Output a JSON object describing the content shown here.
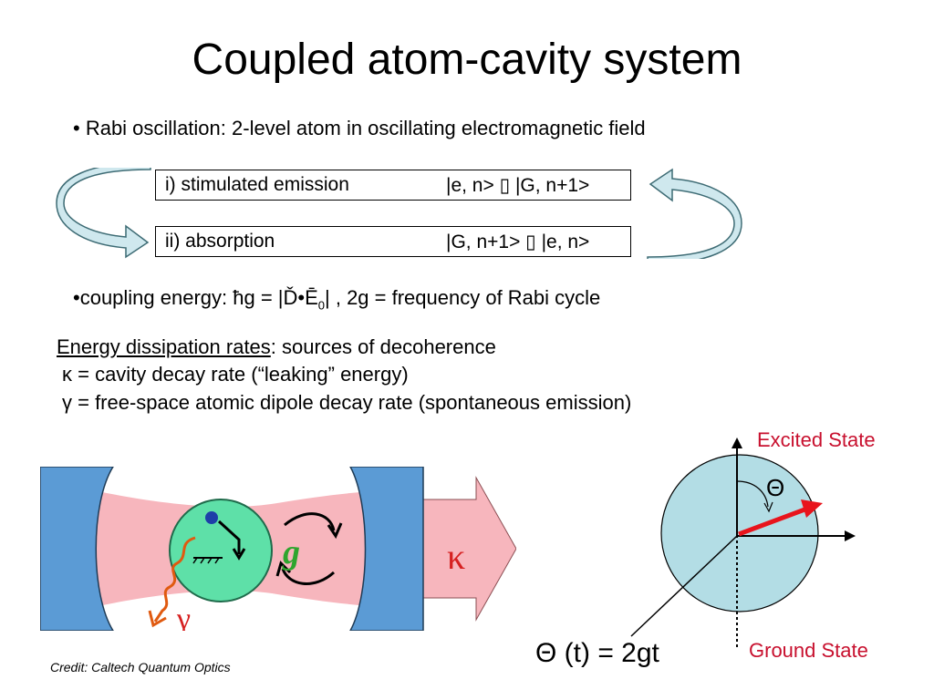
{
  "title": "Coupled atom-cavity system",
  "bullet1": "• Rabi oscillation: 2-level atom in oscillating electromagnetic field",
  "transitions": {
    "emission": {
      "label": "i) stimulated emission",
      "formula": "|e, n> ▯ |G, n+1>"
    },
    "absorption": {
      "label": "ii) absorption",
      "formula": "|G, n+1> ▯ |e, n>"
    }
  },
  "coupling": {
    "prefix": "•coupling energy: ħg = |Ď•Ē",
    "sub": "0",
    "suffix": "| , 2g = frequency of Rabi cycle"
  },
  "dissipation": {
    "heading": "Energy dissipation rates",
    "heading_suffix": ": sources of decoherence",
    "kappa_line": "κ = cavity decay rate (“leaking” energy)",
    "gamma_line": "γ = free-space atomic dipole decay rate (spontaneous emission)"
  },
  "cavity_diagram": {
    "g_label": "g",
    "kappa_label": "κ",
    "gamma_label": "γ",
    "credit": "Credit: Caltech Quantum Optics",
    "colors": {
      "mirror": "#5b9bd5",
      "beam": "#f7b6bd",
      "atom": "#5ee0a8",
      "g": "#2ea52e",
      "red": "#d62020",
      "arrow_fill": "#cfe8ee"
    }
  },
  "bloch": {
    "excited_label": "Excited State",
    "ground_label": "Ground State",
    "theta_label": "Θ",
    "equation": "Θ (t) = 2gt",
    "colors": {
      "sphere": "#b3dde5",
      "vector": "#e8141c",
      "state_text": "#c8102e"
    }
  }
}
